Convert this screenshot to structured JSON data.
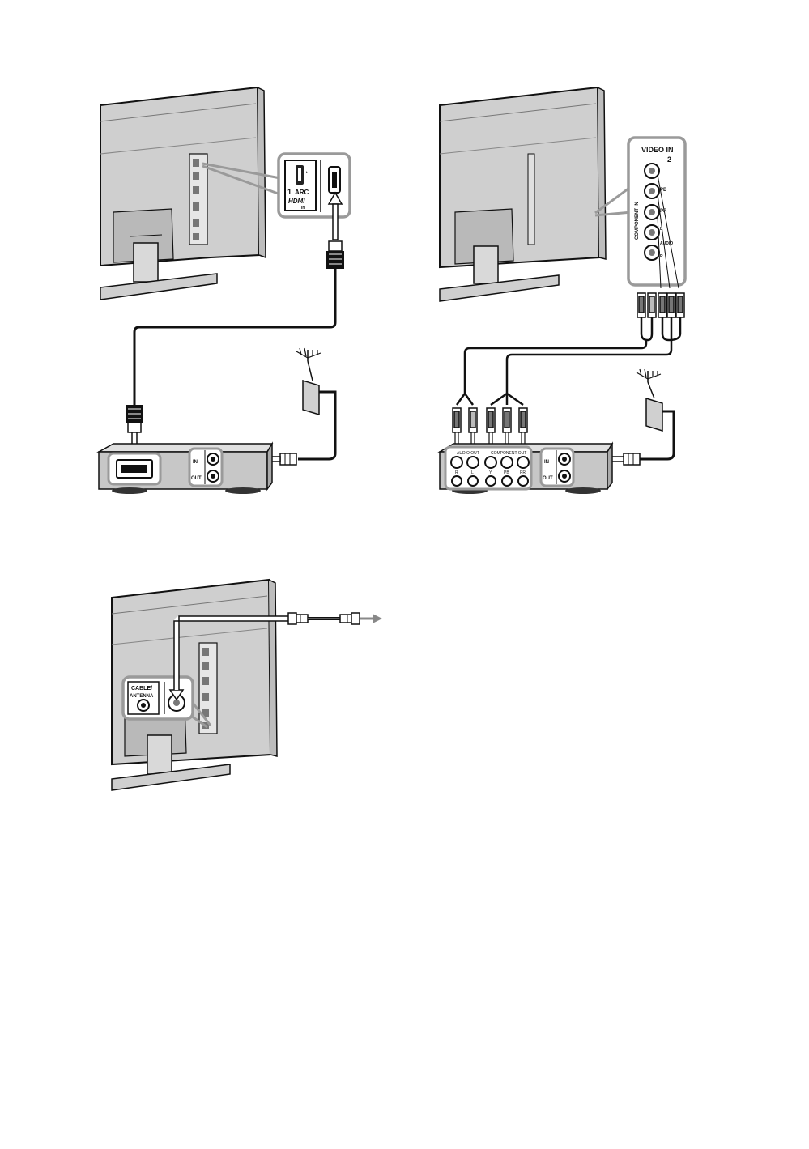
{
  "colors": {
    "panel_fill": "#c9c9c9",
    "panel_dark": "#8a8a8a",
    "cable": "#111111",
    "callout_border": "#9a9a9a",
    "background": "#ffffff"
  },
  "diagram_hdmi": {
    "callout_port_number": "1",
    "callout_arc": "ARC",
    "callout_hdmi_logo": "HDMI",
    "callout_in": "IN",
    "box_in": "IN",
    "box_out": "OUT"
  },
  "diagram_component": {
    "callout_title": "VIDEO IN",
    "callout_title_number": "2",
    "callout_pb": "PB",
    "callout_pr": "PR",
    "callout_audio": "AUDIO",
    "callout_l": "L",
    "callout_r": "R",
    "callout_side_text": "COMPONENT IN",
    "box_audio_out": "AUDIO OUT",
    "box_component_out": "COMPONENT OUT",
    "box_jack_r": "R",
    "box_jack_l": "L",
    "box_jack_y": "Y",
    "box_jack_pb": "PB",
    "box_jack_pr": "PR",
    "box_in": "IN",
    "box_out": "OUT"
  },
  "diagram_antenna": {
    "callout_cable": "CABLE/",
    "callout_antenna": "ANTENNA"
  }
}
